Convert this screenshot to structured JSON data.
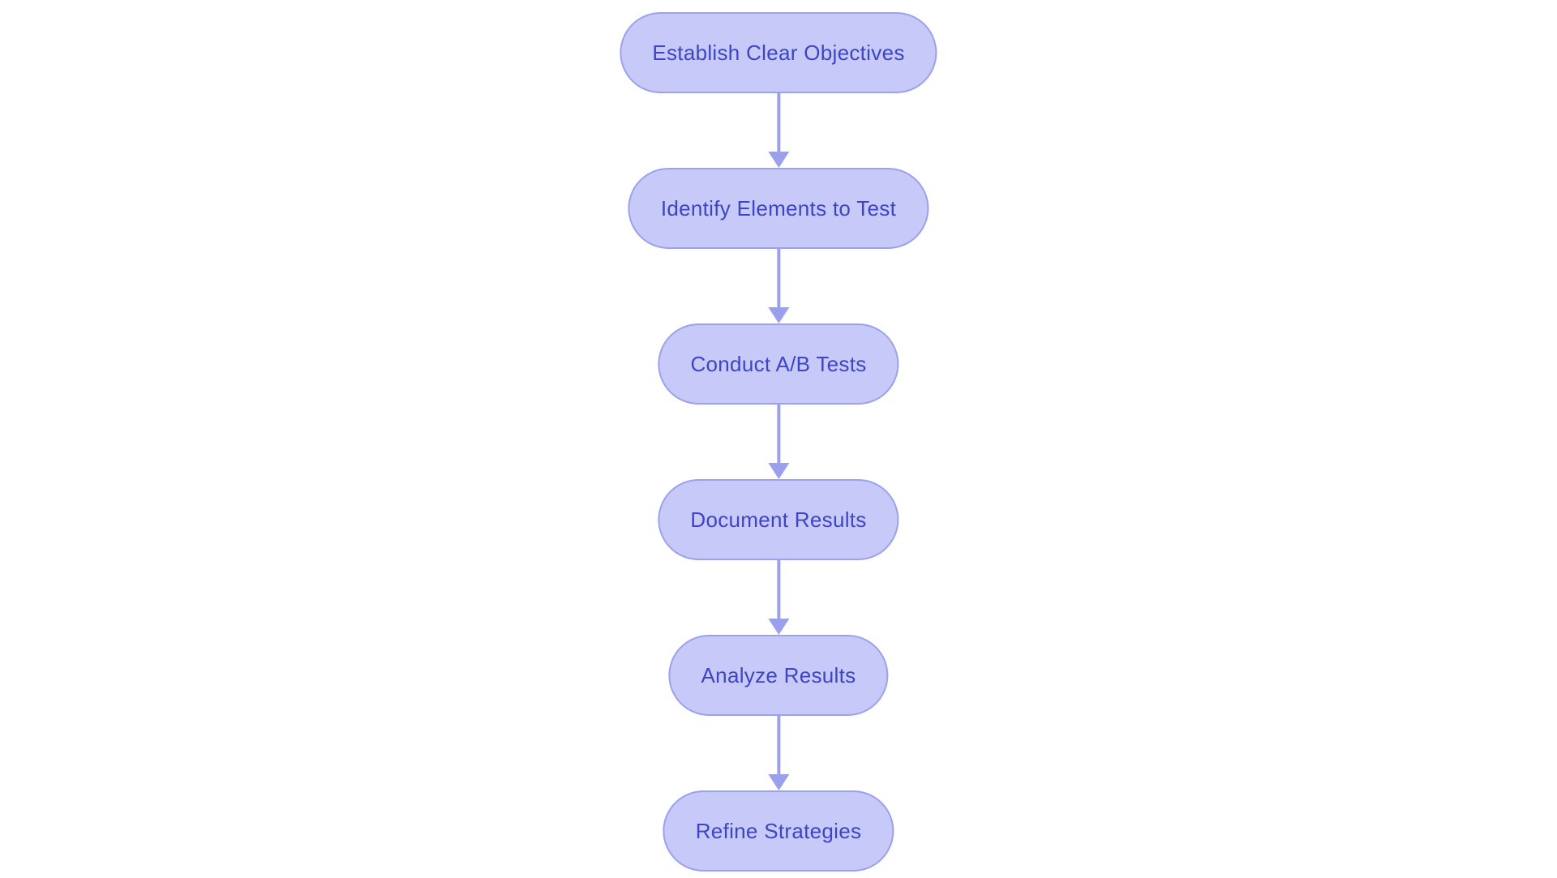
{
  "flowchart": {
    "type": "vertical-flow",
    "nodes": [
      {
        "id": "establish-clear-objectives",
        "label": "Establish Clear Objectives"
      },
      {
        "id": "identify-elements-to-test",
        "label": "Identify Elements to Test"
      },
      {
        "id": "conduct-ab-tests",
        "label": "Conduct A/B Tests"
      },
      {
        "id": "document-results",
        "label": "Document Results"
      },
      {
        "id": "analyze-results",
        "label": "Analyze Results"
      },
      {
        "id": "refine-strategies",
        "label": "Refine Strategies"
      }
    ],
    "connections": [
      {
        "from": "establish-clear-objectives",
        "to": "identify-elements-to-test"
      },
      {
        "from": "identify-elements-to-test",
        "to": "conduct-ab-tests"
      },
      {
        "from": "conduct-ab-tests",
        "to": "document-results"
      },
      {
        "from": "document-results",
        "to": "analyze-results"
      },
      {
        "from": "analyze-results",
        "to": "refine-strategies"
      }
    ]
  },
  "colors": {
    "background": "#ffffff",
    "node_fill": "#c7c9f8",
    "node_border": "#9ca1ec",
    "node_text": "#3d45c4",
    "arrow": "#9ba0ee"
  }
}
